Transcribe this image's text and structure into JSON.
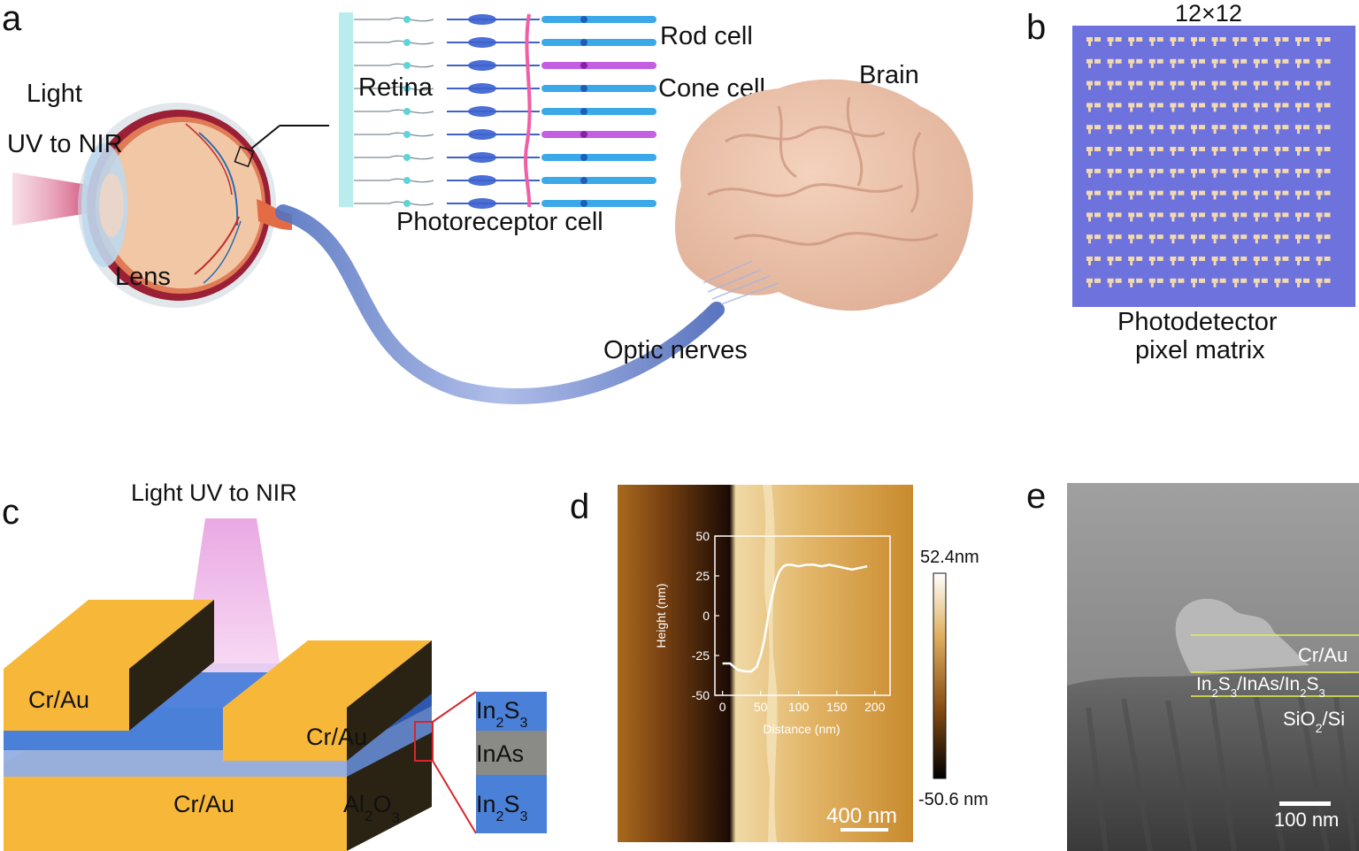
{
  "panel_a": {
    "letter": "a",
    "light": "Light",
    "uv_to_nir": "UV to NIR",
    "lens": "Lens",
    "retina": "Retina",
    "rod_cell": "Rod cell",
    "cone_cell": "Cone cell",
    "photoreceptor_cell": "Photoreceptor cell",
    "brain": "Brain",
    "optic_nerves": "Optic nerves"
  },
  "panel_b": {
    "letter": "b",
    "matrix_size": "12×12",
    "caption_line1": "Photodetector",
    "caption_line2": "pixel matrix",
    "rows": 12,
    "cols": 12
  },
  "panel_c": {
    "letter": "c",
    "light_label": "Light UV to NIR",
    "cr_au_left": "Cr/Au",
    "cr_au_right": "Cr/Au",
    "cr_au_bottom": "Cr/Au",
    "al2o3_base": "Al",
    "al2o3_sub2": "2",
    "al2o3_o": "O",
    "al2o3_sub3": "3",
    "stack_top_base": "In",
    "stack_top_sub2": "2",
    "stack_top_s": "S",
    "stack_top_sub3": "3",
    "stack_mid": "InAs",
    "stack_bot_base": "In",
    "stack_bot_sub2": "2",
    "stack_bot_s": "S",
    "stack_bot_sub3": "3"
  },
  "panel_d": {
    "letter": "d",
    "colorbar_max": "52.4nm",
    "colorbar_min": "-50.6 nm",
    "scale_bar": "400 nm",
    "inset": {
      "xlabel": "Distance (nm)",
      "ylabel": "Height (nm)",
      "xticks": [
        "0",
        "50",
        "100",
        "150",
        "200"
      ],
      "yticks": [
        "50",
        "25",
        "0",
        "-25",
        "-50"
      ]
    }
  },
  "panel_e": {
    "letter": "e",
    "layer_top": "Cr/Au",
    "layer_mid_parts": [
      "In",
      "2",
      "S",
      "3",
      "/InAs/In",
      "2",
      "S",
      "3"
    ],
    "layer_sub_base": "SiO",
    "layer_sub_sub": "2",
    "layer_sub_rest": "/Si",
    "scale_bar": "100 nm"
  },
  "chart_data": {
    "type": "line",
    "xlabel": "Distance (nm)",
    "ylabel": "Height (nm)",
    "xlim": [
      -10,
      220
    ],
    "ylim": [
      -50,
      50
    ],
    "series": [
      {
        "x": [
          0,
          10,
          20,
          30,
          38,
          45,
          50,
          55,
          60,
          65,
          70,
          75,
          80,
          85,
          90,
          100,
          110,
          120,
          130,
          140,
          150,
          160,
          170,
          180,
          190
        ],
        "y": [
          -30,
          -30,
          -34,
          -35,
          -35,
          -32,
          -25,
          -15,
          0,
          12,
          22,
          28,
          31,
          32,
          32,
          31,
          32,
          32,
          31,
          32,
          31,
          30,
          29,
          30,
          31
        ]
      }
    ]
  },
  "colors": {
    "gold": "#f7b739",
    "gold_dark": "#2a2313",
    "blue": "#4a80d8",
    "afm_dark": "#2a1405",
    "afm_light": "#e9c98a",
    "sem_gray": "#7f7f7f",
    "matrix_bg": "#6d72dd",
    "yellow_line": "#e5ef4f"
  }
}
